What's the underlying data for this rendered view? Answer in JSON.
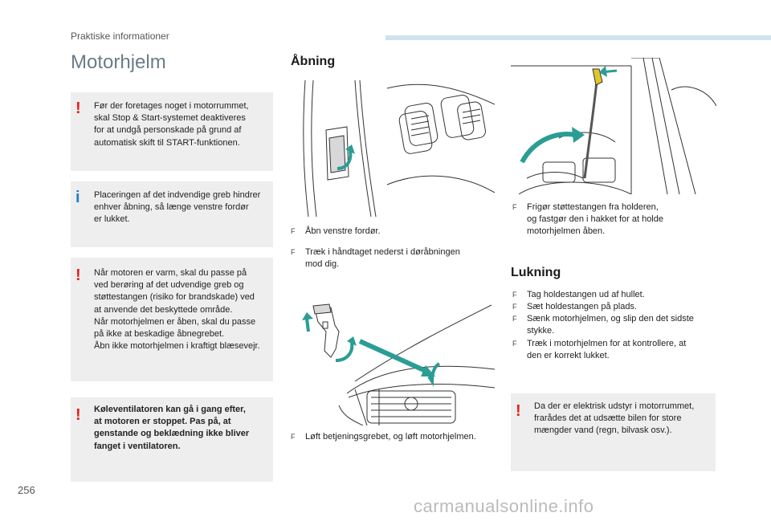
{
  "header": {
    "section_label": "Praktiske informationer"
  },
  "page_title": "Motorhjelm",
  "left_column": {
    "box1": {
      "mark": "!",
      "lines": [
        "Før der foretages noget i motorrummet,",
        "skal Stop & Start-systemet deaktiveres",
        "for at undgå personskade på grund af",
        "automatisk skift til START-funktionen."
      ]
    },
    "box2": {
      "mark": "i",
      "lines": [
        "Placeringen af det indvendige greb hindrer",
        "enhver åbning, så længe venstre fordør",
        "er lukket."
      ]
    },
    "box3": {
      "mark": "!",
      "lines": [
        "Når motoren er varm, skal du passe på",
        "ved berøring af det udvendige greb og",
        "støttestangen (risiko for brandskade) ved",
        "at anvende det beskyttede område.",
        "Når motorhjelmen er åben, skal du passe",
        "på ikke at beskadige åbnegrebet.",
        "Åbn ikke motorhjelmen i kraftigt blæsevejr."
      ]
    },
    "box4": {
      "mark": "!",
      "lines": [
        "Køleventilatoren kan gå i gang efter,",
        "at motoren er stoppet. Pas på, at",
        "genstande og beklædning ikke bliver",
        "fanget i ventilatoren."
      ]
    }
  },
  "middle_column": {
    "heading": "Åbning",
    "step1": {
      "bullet": "F",
      "lines": [
        "Åbn venstre fordør."
      ]
    },
    "step2": {
      "bullet": "F",
      "lines": [
        "Træk i håndtaget nederst i døråbningen",
        "mod dig."
      ]
    },
    "step3": {
      "bullet": "F",
      "lines": [
        "Løft betjeningsgrebet, og løft motorhjelmen."
      ]
    }
  },
  "right_column": {
    "step_prop": {
      "bullet": "F",
      "lines": [
        "Frigør støttestangen fra holderen,",
        "og fastgør den i hakket for at holde",
        "motorhjelmen åben."
      ]
    },
    "heading": "Lukning",
    "close_steps": [
      {
        "bullet": "F",
        "lines": [
          "Tag holdestangen ud af hullet."
        ]
      },
      {
        "bullet": "F",
        "lines": [
          "Sæt holdestangen på plads."
        ]
      },
      {
        "bullet": "F",
        "lines": [
          "Sænk motorhjelmen, og slip den det sidste",
          "stykke."
        ]
      },
      {
        "bullet": "F",
        "lines": [
          "Træk i motorhjelmen for at kontrollere, at",
          "den er korrekt lukket."
        ]
      }
    ],
    "box": {
      "mark": "!",
      "lines": [
        "Da der er elektrisk udstyr i motorrummet,",
        "frarådes det at udsætte bilen for store",
        "mængder vand (regn, bilvask osv.)."
      ]
    }
  },
  "page_number": "256",
  "watermark": "carmanualsonline.info",
  "colors": {
    "accent": "#2a9d94",
    "warning": "#e3211b",
    "info": "#1f7fc4",
    "box_bg": "#eeeeee"
  }
}
